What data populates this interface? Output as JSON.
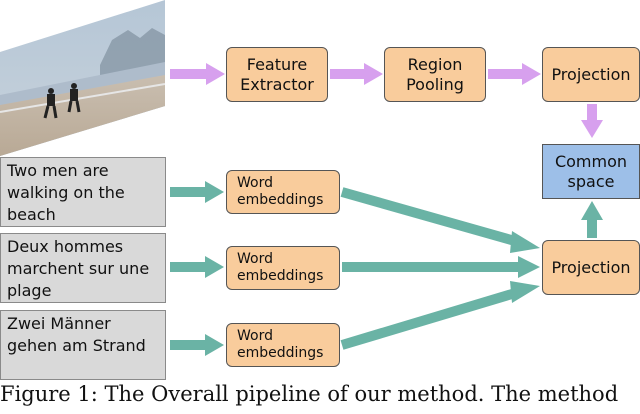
{
  "colors": {
    "node_fill": "#f9cc9c",
    "common_fill": "#9dbfe8",
    "image_arrow": "#d7a0ee",
    "text_arrow": "#6ab3a5"
  },
  "image": {
    "content": "beach-photo-two-people-walking"
  },
  "nodes": {
    "feature_extractor": "Feature\nExtractor",
    "region_pooling": "Region\nPooling",
    "projection_top": "Projection",
    "common_space": "Common\nspace",
    "projection_bottom": "Projection",
    "word_emb_1": "Word\nembeddings",
    "word_emb_2": "Word\nembeddings",
    "word_emb_3": "Word\nembeddings"
  },
  "sentences": {
    "en": "Two men are\nwalking on the\nbeach",
    "fr": "Deux hommes\nmarchent sur une\n plage",
    "de": "Zwei Männer\ngehen am Strand"
  },
  "caption": "Figure 1: The Overall pipeline of our method. The method"
}
